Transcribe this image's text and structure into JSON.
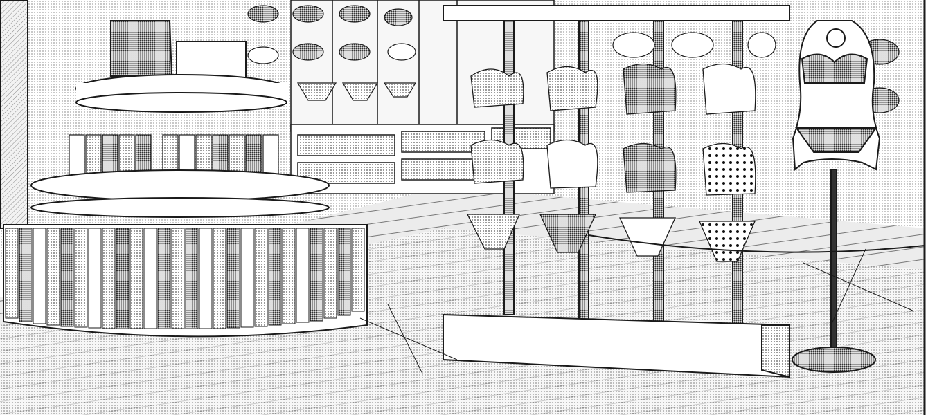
{
  "scene": {
    "style": "manga-ink-screentone",
    "subject": "lingerie-store-interior",
    "palette": {
      "ink": "#1a1a1a",
      "paper": "#ffffff",
      "tone_light": "#cfcfcf",
      "tone_mid": "#9a9a9a",
      "tone_dark": "#555555"
    }
  },
  "mannequin_tag": {
    "text": ""
  },
  "fixtures": {
    "round_table": "tiered-round-display-table",
    "wall_shelves": "wall-mounted-bra-racks",
    "floor_rack": "freestanding-pole-rack",
    "mannequin": "torso-mannequin-on-stand"
  },
  "icons": [
    "hanger-icon",
    "sparkle-icon"
  ]
}
